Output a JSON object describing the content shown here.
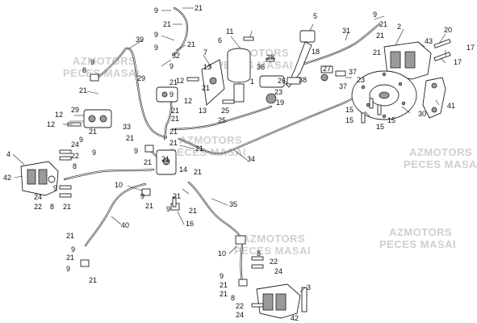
{
  "watermark": {
    "brand": "AZMOTORS",
    "dealer": "PECES MASAI"
  },
  "callouts": [
    "1",
    "2",
    "3",
    "4",
    "5",
    "6",
    "7",
    "8",
    "9",
    "10",
    "11",
    "12",
    "13",
    "14",
    "15",
    "16",
    "17",
    "18",
    "19",
    "20",
    "21",
    "22",
    "23",
    "24",
    "25",
    "26",
    "27",
    "28",
    "29",
    "30",
    "31",
    "32",
    "33",
    "34",
    "35",
    "36",
    "37",
    "38",
    "39",
    "40",
    "41",
    "42",
    "43"
  ],
  "labels": {
    "l1": "9",
    "l2": "21",
    "l3": "21",
    "l4": "9",
    "l5": "21",
    "l6": "9",
    "l7": "32",
    "l8": "39",
    "l9": "9",
    "l10": "8",
    "l11": "9",
    "l12": "21",
    "l13": "21",
    "l14": "29",
    "l15": "12",
    "l16": "12",
    "l17": "29",
    "l18": "21",
    "l19": "24",
    "l20": "22",
    "l21": "8",
    "l22": "9",
    "l23": "4",
    "l24": "42",
    "l25": "24",
    "l26": "22",
    "l27": "8",
    "l28": "21",
    "l29": "11",
    "l30": "6",
    "l31": "7",
    "l32": "13",
    "l33": "12",
    "l34": "13",
    "l35": "12",
    "l36": "21",
    "l37": "25",
    "l38": "25",
    "l39": "28",
    "l40": "36",
    "l41": "1",
    "l42": "26",
    "l43": "19",
    "l44": "23",
    "l45": "5",
    "l46": "18",
    "l47": "27",
    "l48": "38",
    "l49": "31",
    "l50": "9",
    "l51": "21",
    "l52": "21",
    "l53": "2",
    "l54": "43",
    "l55": "20",
    "l56": "17",
    "l57": "17",
    "l58": "21",
    "l59": "37",
    "l60": "37",
    "l61": "23",
    "l62": "15",
    "l63": "15",
    "l64": "15",
    "l65": "30",
    "l66": "41",
    "l67": "33",
    "l68": "21",
    "l69": "9",
    "l70": "21",
    "l71": "21",
    "l72": "21",
    "l73": "21",
    "l74": "14",
    "l75": "21",
    "l76": "34",
    "l77": "10",
    "l78": "9",
    "l79": "21",
    "l80": "21",
    "l81": "9",
    "l82": "21",
    "l83": "16",
    "l84": "35",
    "l85": "40",
    "l86": "21",
    "l87": "9",
    "l88": "21",
    "l89": "9",
    "l90": "10",
    "l91": "8",
    "l92": "22",
    "l93": "24",
    "l94": "9",
    "l95": "21",
    "l96": "21",
    "l97": "3",
    "l98": "8",
    "l99": "22",
    "l100": "24",
    "l101": "42",
    "l102": "9",
    "l103": "21",
    "l104": "21",
    "l105": "9",
    "l106": "21",
    "l107": "21",
    "l108": "9",
    "l109": "15"
  }
}
